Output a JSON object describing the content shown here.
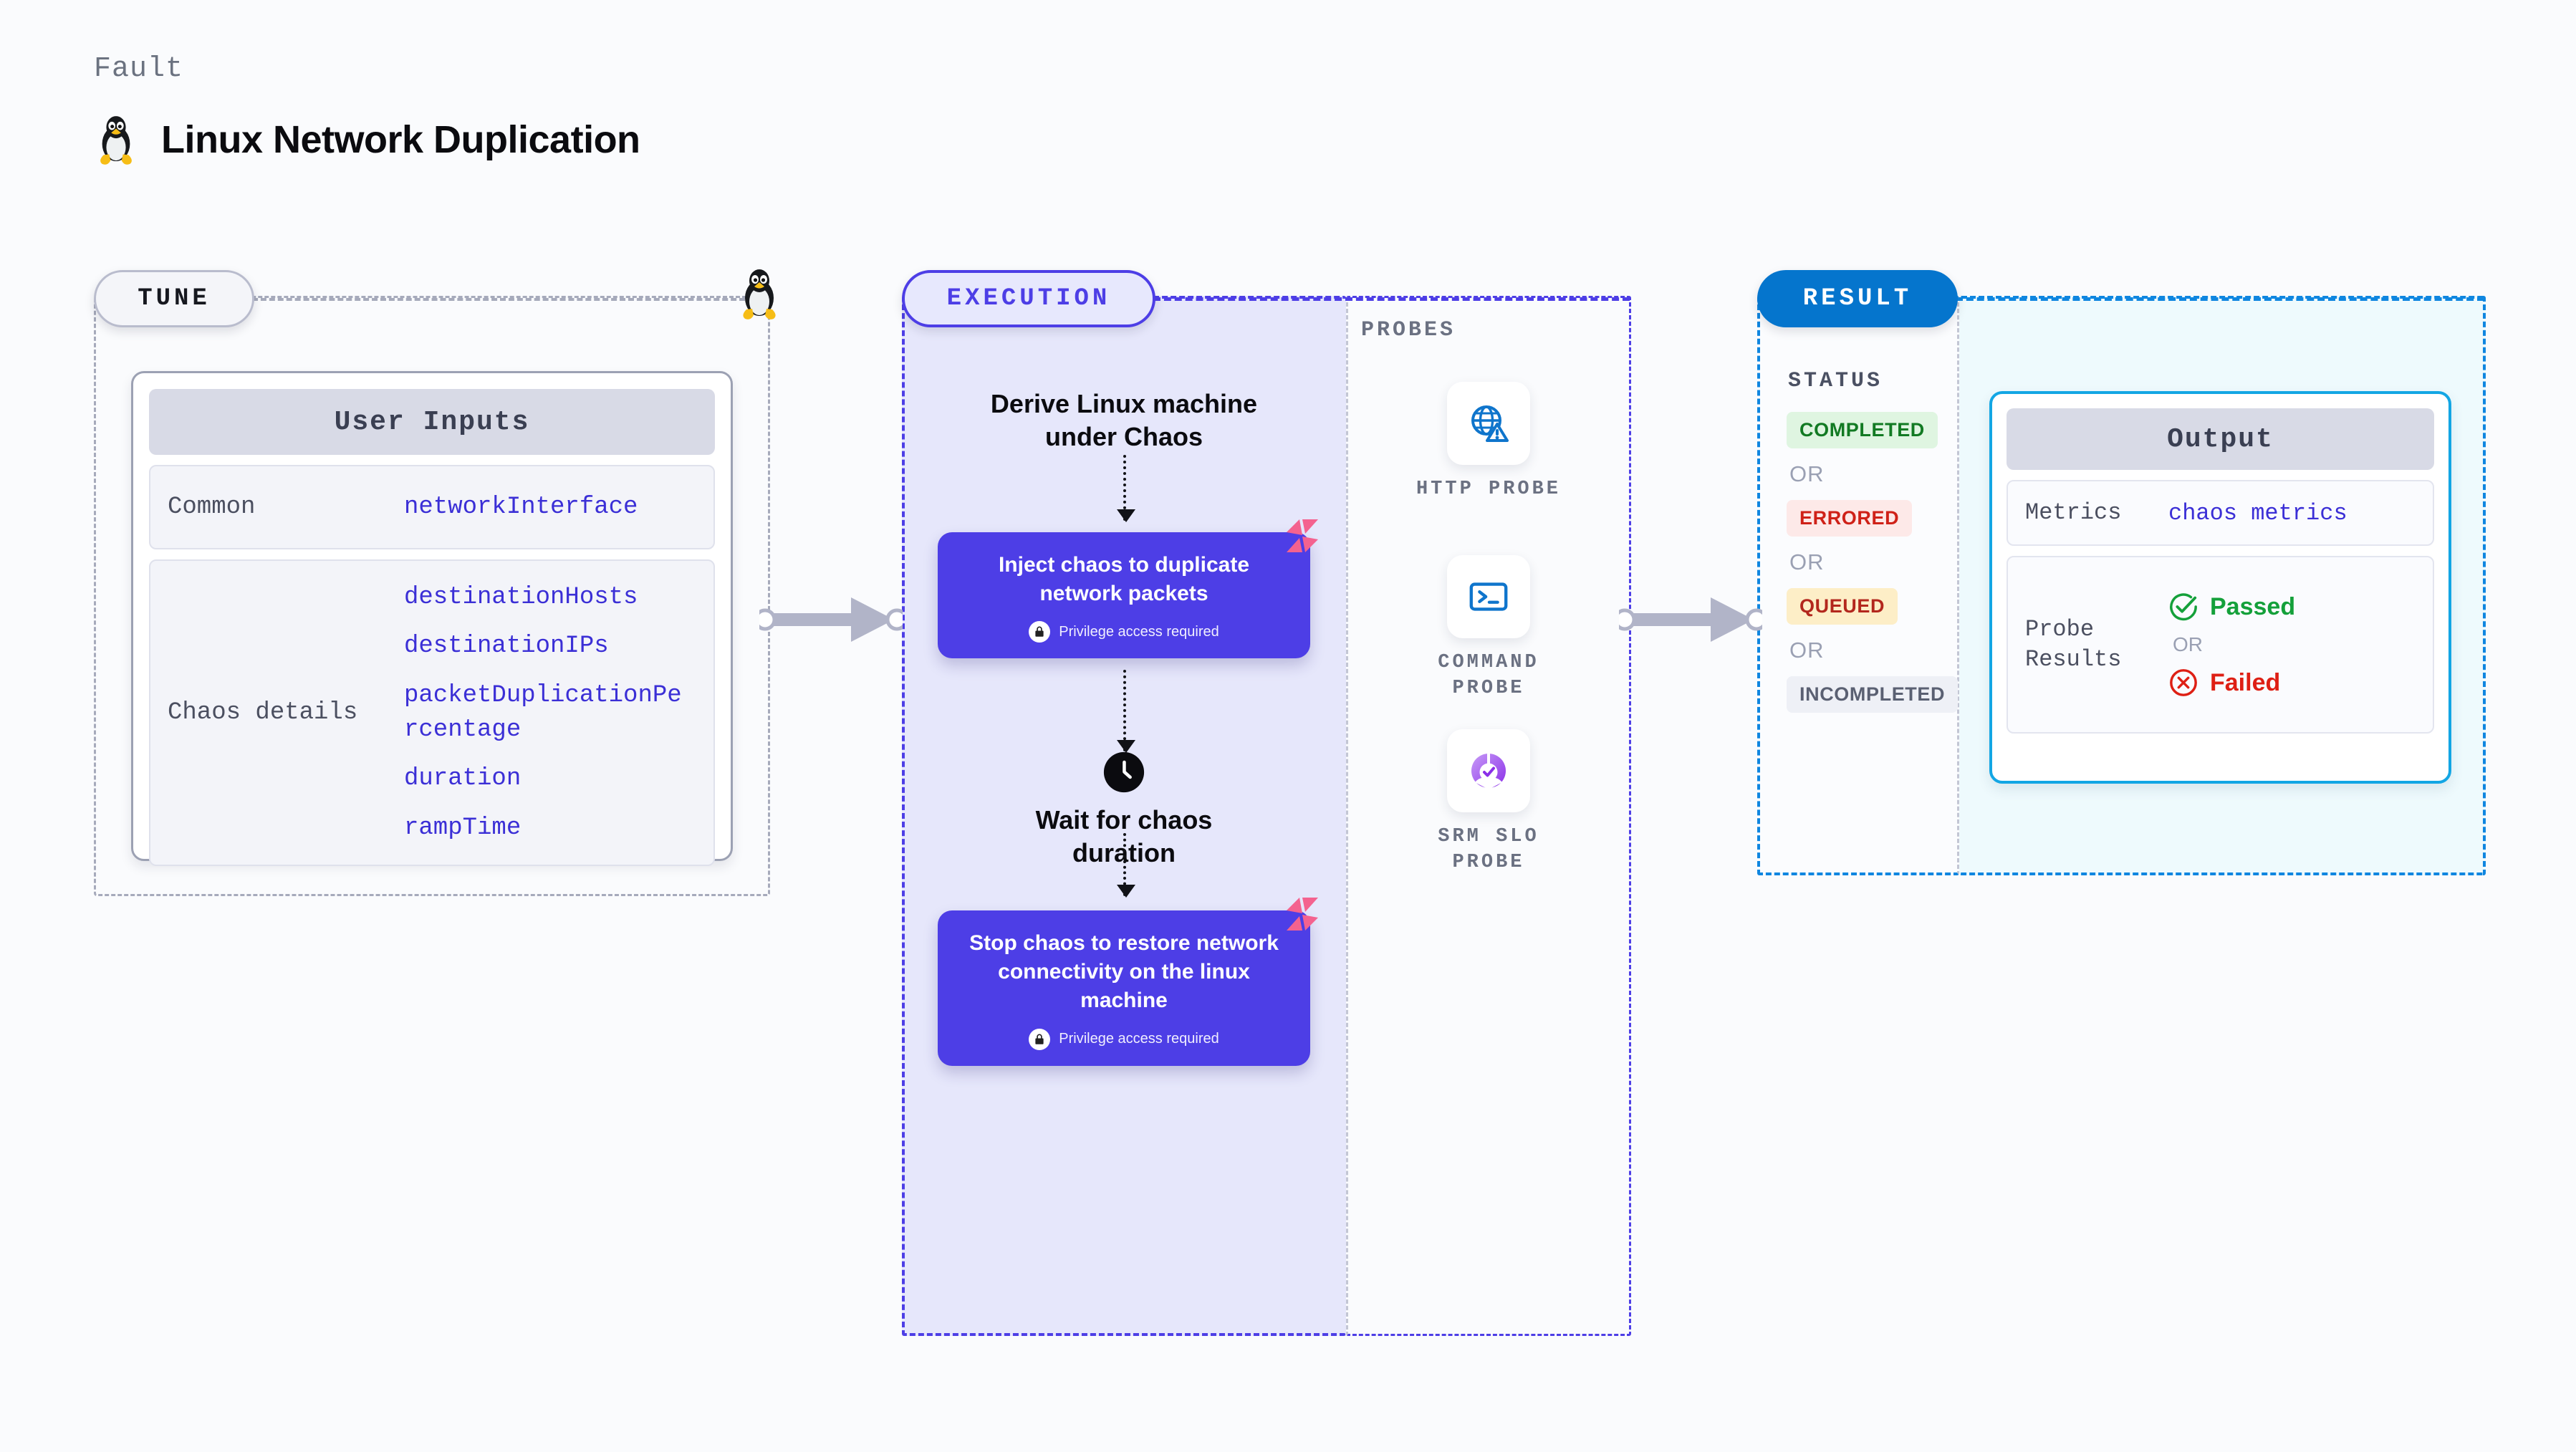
{
  "header": {
    "eyebrow": "Fault",
    "title": "Linux Network Duplication",
    "icon": "linux-penguin-icon"
  },
  "tune": {
    "pill_label": "TUNE",
    "card_title": "User Inputs",
    "rows": [
      {
        "key": "Common",
        "values": [
          "networkInterface"
        ]
      },
      {
        "key": "Chaos details",
        "values": [
          "destinationHosts",
          "destinationIPs",
          "packetDuplicationPercentage",
          "duration",
          "rampTime"
        ]
      }
    ]
  },
  "execution": {
    "pill_label": "EXECUTION",
    "head_line_1": "Derive Linux machine",
    "head_line_2": "under Chaos",
    "nodes": [
      {
        "title": "Inject chaos to duplicate network packets",
        "privilege": "Privilege access required"
      },
      {
        "title": "Stop chaos to restore network connectivity on the linux machine",
        "privilege": "Privilege access required"
      }
    ],
    "wait": {
      "line_1": "Wait for chaos",
      "line_2": "duration",
      "icon": "clock-icon"
    }
  },
  "probes": {
    "label": "PROBES",
    "items": [
      {
        "name_line_1": "HTTP",
        "name_line_2": "PROBE",
        "icon": "globe-warning-icon"
      },
      {
        "name_line_1": "COMMAND",
        "name_line_2": "PROBE",
        "icon": "terminal-icon"
      },
      {
        "name_line_1": "SRM SLO",
        "name_line_2": "PROBE",
        "icon": "slo-donut-check-icon"
      }
    ]
  },
  "result": {
    "pill_label": "RESULT",
    "status_label": "STATUS",
    "or_label": "OR",
    "statuses": [
      "COMPLETED",
      "ERRORED",
      "QUEUED",
      "INCOMPLETED"
    ],
    "output": {
      "title": "Output",
      "metrics_key": "Metrics",
      "metrics_value": "chaos metrics",
      "probe_key_line_1": "Probe",
      "probe_key_line_2": "Results",
      "passed": "Passed",
      "failed": "Failed",
      "or_label": "OR"
    }
  },
  "colors": {
    "accent_purple": "#4d3ee6",
    "accent_blue": "#0575cd",
    "accent_cyan": "#13a6e4",
    "param_text": "#3b2fd6",
    "pass_green": "#14a03a",
    "fail_red": "#de1f14",
    "harness_pink": "#f4628f",
    "neutral_grey": "#a6aabb"
  }
}
